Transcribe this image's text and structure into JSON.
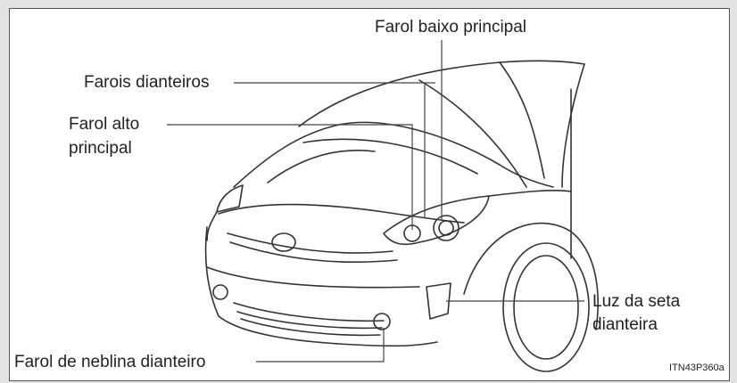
{
  "labels": {
    "low_beam": "Farol baixo principal",
    "headlights": "Farois dianteiros",
    "high_beam_line1": "Farol alto",
    "high_beam_line2": "principal",
    "turn_signal_line1": "Luz da seta",
    "turn_signal_line2": "dianteira",
    "fog_light": "Farol de neblina dianteiro"
  },
  "figure_code": "ITN43P360a"
}
